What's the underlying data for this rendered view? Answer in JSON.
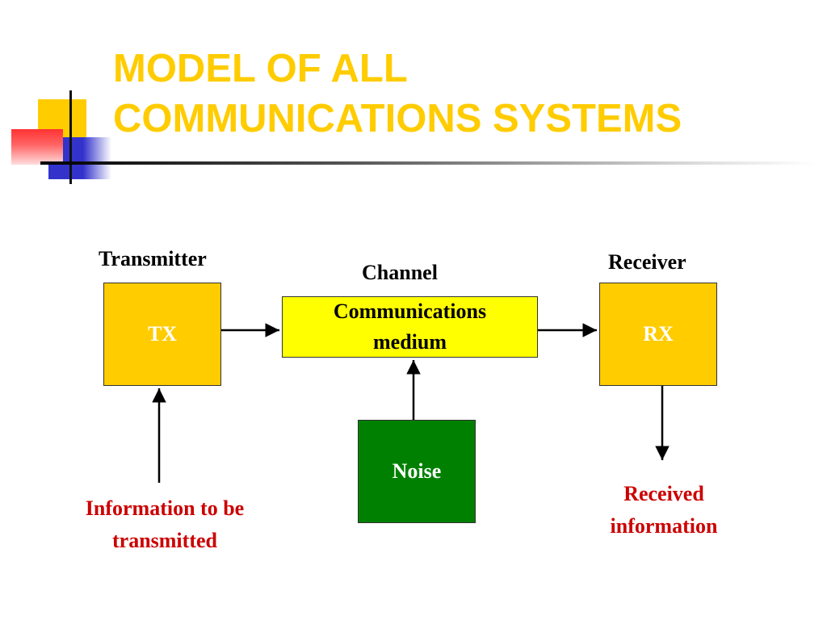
{
  "slide": {
    "title_line1": "MODEL OF ALL",
    "title_line2": "COMMUNICATIONS SYSTEMS"
  },
  "diagram": {
    "transmitter": {
      "heading": "Transmitter",
      "box_label": "TX",
      "color": "#ffcc00"
    },
    "channel": {
      "heading": "Channel",
      "box_label_line1": "Communications",
      "box_label_line2": "medium",
      "color": "#ffff00"
    },
    "receiver": {
      "heading": "Receiver",
      "box_label": "RX",
      "color": "#ffcc00"
    },
    "noise": {
      "box_label": "Noise",
      "color": "#008000"
    },
    "input": {
      "line1": "Information to be",
      "line2": "transmitted"
    },
    "output": {
      "line1": "Received",
      "line2": "information"
    },
    "annotation_color": "#cc0000"
  },
  "decor": {
    "accent_yellow": "#ffcc00",
    "accent_blue": "#3333cc",
    "accent_red": "#ff3333"
  }
}
